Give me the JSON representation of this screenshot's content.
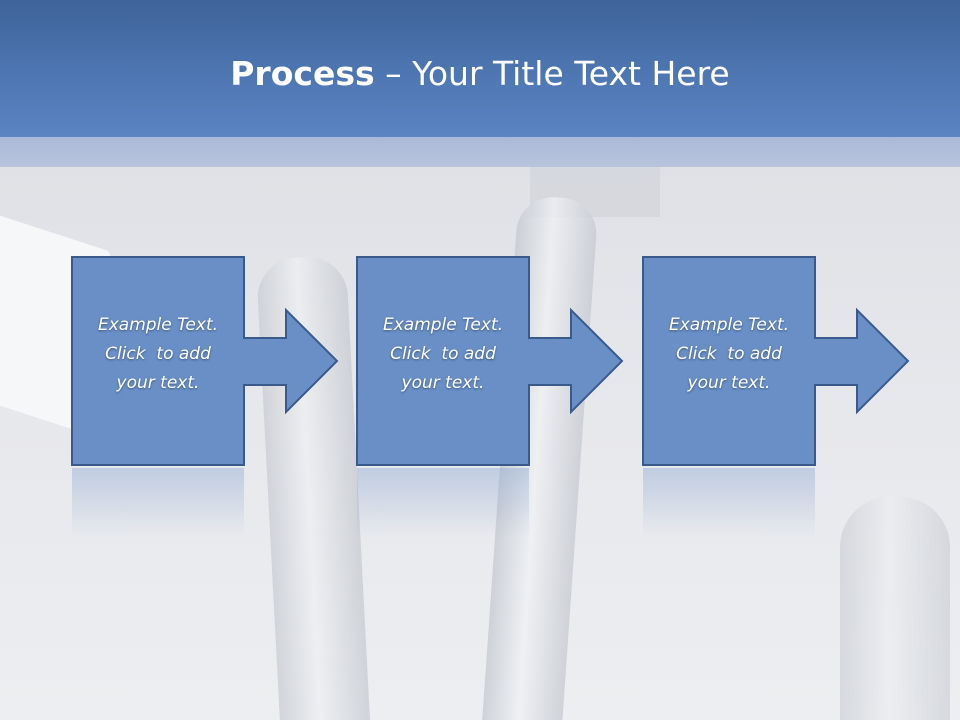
{
  "slide": {
    "title_bold": "Process",
    "title_rest": " – Your Title Text Here"
  },
  "steps": [
    {
      "line1": "Example Text.",
      "line2": "Click  to add",
      "line3": "your text."
    },
    {
      "line1": "Example Text.",
      "line2": "Click  to add",
      "line3": "your text."
    },
    {
      "line1": "Example Text.",
      "line2": "Click  to add",
      "line3": "your text."
    }
  ],
  "colors": {
    "header": "#4f78b4",
    "step_fill": "#6a8fc6",
    "step_border": "#3a5a8c"
  }
}
